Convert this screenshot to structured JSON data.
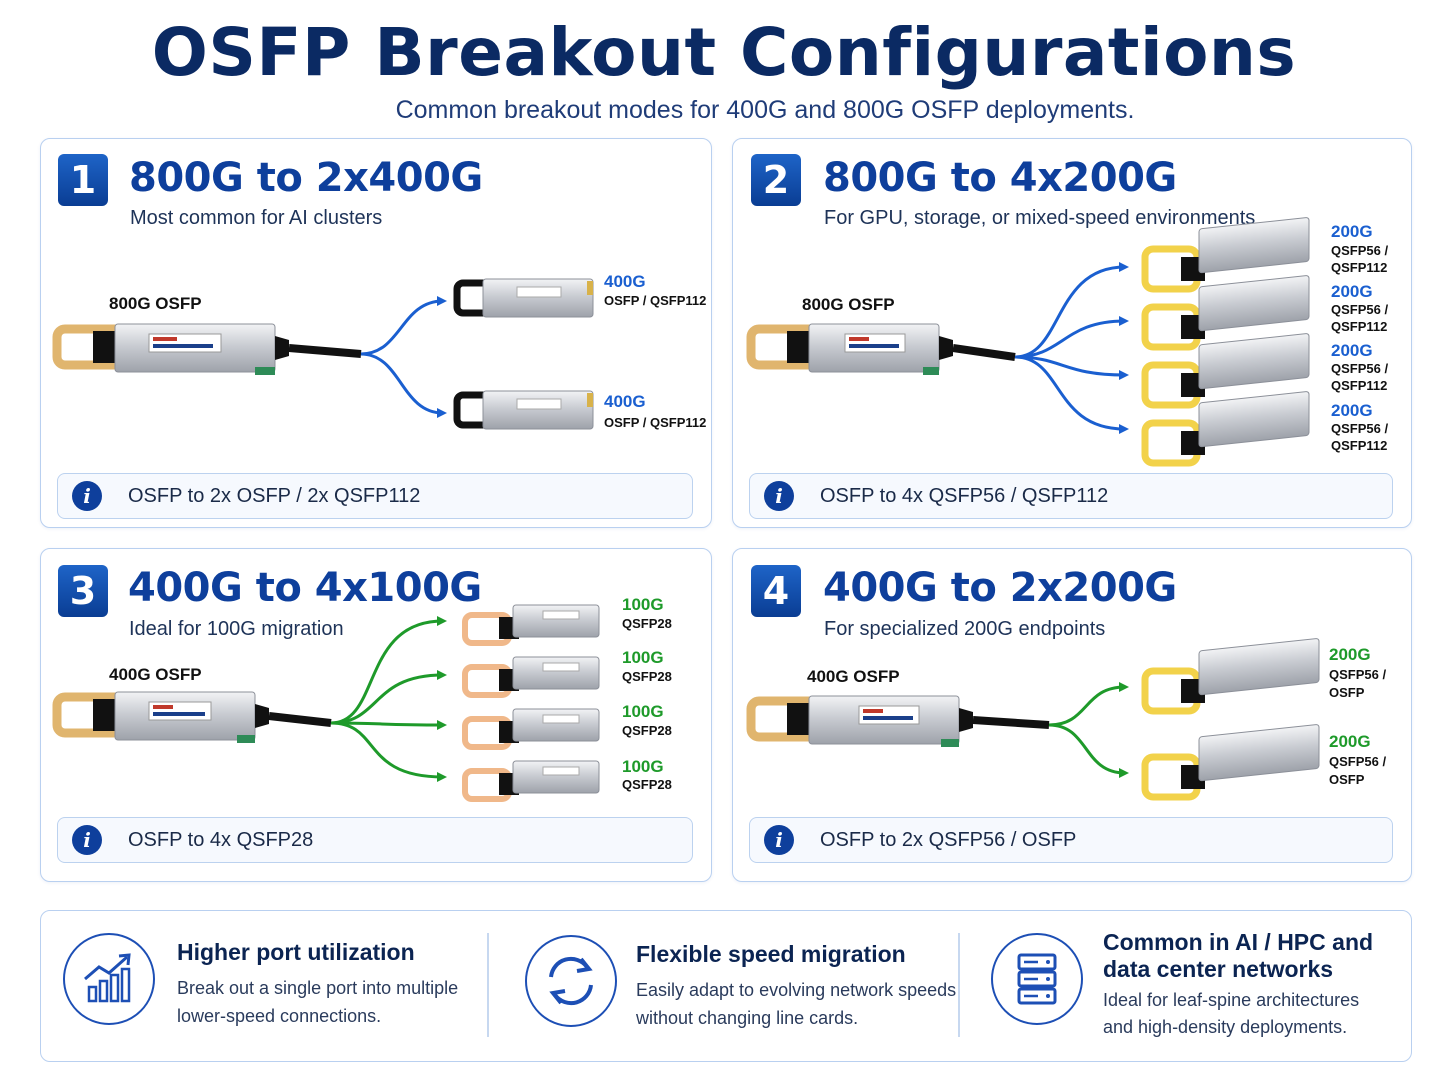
{
  "header": {
    "title": "OSFP Breakout Configurations",
    "subtitle": "Common breakout modes for 400G and 800G OSFP deployments."
  },
  "colors": {
    "blue_arrow": "#1a5fd0",
    "green_arrow": "#1e9a2a",
    "accent": "#0e3f9c"
  },
  "cards": [
    {
      "number": "1",
      "title": "800G to 2x400G",
      "subtitle": "Most common for AI clusters",
      "source": "800G OSFP",
      "targets": [
        {
          "speed": "400G",
          "type": "OSFP / QSFP112"
        },
        {
          "speed": "400G",
          "type": "OSFP / QSFP112"
        }
      ],
      "info": "OSFP to 2x OSFP / 2x QSFP112"
    },
    {
      "number": "2",
      "title": "800G to 4x200G",
      "subtitle": "For GPU, storage, or mixed-speed environments",
      "source": "800G OSFP",
      "targets": [
        {
          "speed": "200G",
          "type_line1": "QSFP56 /",
          "type_line2": "QSFP112"
        },
        {
          "speed": "200G",
          "type_line1": "QSFP56 /",
          "type_line2": "QSFP112"
        },
        {
          "speed": "200G",
          "type_line1": "QSFP56 /",
          "type_line2": "QSFP112"
        },
        {
          "speed": "200G",
          "type_line1": "QSFP56 /",
          "type_line2": "QSFP112"
        }
      ],
      "info": "OSFP to 4x QSFP56 / QSFP112"
    },
    {
      "number": "3",
      "title": "400G to 4x100G",
      "subtitle": "Ideal for 100G migration",
      "source": "400G OSFP",
      "targets": [
        {
          "speed": "100G",
          "type": "QSFP28"
        },
        {
          "speed": "100G",
          "type": "QSFP28"
        },
        {
          "speed": "100G",
          "type": "QSFP28"
        },
        {
          "speed": "100G",
          "type": "QSFP28"
        }
      ],
      "info": "OSFP to 4x QSFP28"
    },
    {
      "number": "4",
      "title": "400G to 2x200G",
      "subtitle": "For specialized 200G endpoints",
      "source": "400G OSFP",
      "targets": [
        {
          "speed": "200G",
          "type_line1": "QSFP56 /",
          "type_line2": "OSFP"
        },
        {
          "speed": "200G",
          "type_line1": "QSFP56 /",
          "type_line2": "OSFP"
        }
      ],
      "info": "OSFP to 2x QSFP56 / OSFP"
    }
  ],
  "features": [
    {
      "icon": "bar-chart-growth-icon",
      "title": "Higher port utilization",
      "desc_line1": "Break out a single port into multiple",
      "desc_line2": "lower-speed connections."
    },
    {
      "icon": "refresh-cycle-icon",
      "title": "Flexible speed migration",
      "desc_line1": "Easily adapt to evolving network speeds",
      "desc_line2": "without changing line cards."
    },
    {
      "icon": "server-rack-icon",
      "title_line1": "Common in AI / HPC and",
      "title_line2": "data center networks",
      "desc_line1": "Ideal for leaf-spine architectures",
      "desc_line2": "and high-density deployments."
    }
  ]
}
